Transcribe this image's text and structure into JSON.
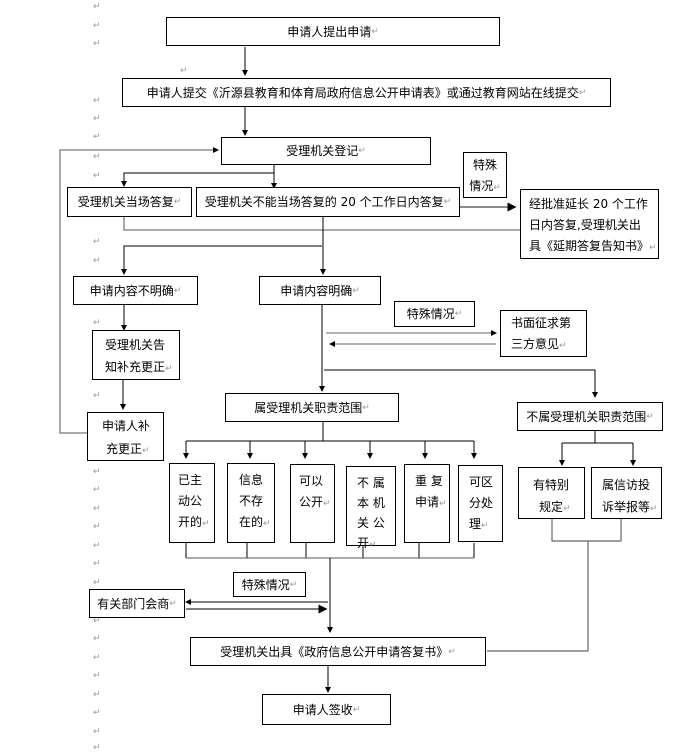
{
  "paragraph_mark": "↵",
  "nodes": {
    "apply": "申请人提出申请",
    "submit": "申请人提交《沂源县教育和体育局政府信息公开申请表》或通过教育网站在线提交",
    "register": "受理机关登记",
    "immediate": "受理机关当场答复",
    "within20": "受理机关不能当场答复的 20 个工作日内答复",
    "special1": [
      "特殊",
      "情况"
    ],
    "extend": [
      "经批准延长 20 个工作",
      "日内答复,受理机关出",
      "具《延期答复告知书》"
    ],
    "unclear": "申请内容不明确",
    "clear": "申请内容明确",
    "notify_fix": [
      "受理机关告",
      "知补充更正"
    ],
    "applicant_fix": [
      "申请人补",
      "充更正"
    ],
    "special2": "特殊情况",
    "third_party": [
      "书面征求第",
      "三方意见"
    ],
    "in_scope": "属受理机关职责范围",
    "out_scope": "不属受理机关职责范围",
    "cat_published": [
      "已主",
      "动公",
      "开的"
    ],
    "cat_nonexist": [
      "信息",
      "不存",
      "在的"
    ],
    "cat_public": [
      "可以",
      "公开"
    ],
    "cat_notagency": [
      "不 属",
      "本 机",
      "关 公",
      "开"
    ],
    "cat_repeat": [
      "重 复",
      "申请"
    ],
    "cat_partial": [
      "可区",
      "分处",
      "理"
    ],
    "cat_special_rule": [
      "有特别",
      "规定"
    ],
    "cat_petition": [
      "属信访投",
      "诉举报等"
    ],
    "special3": "特殊情况",
    "consult": "有关部门会商",
    "reply": "受理机关出具《政府信息公开申请答复书》",
    "sign": "申请人签收"
  }
}
